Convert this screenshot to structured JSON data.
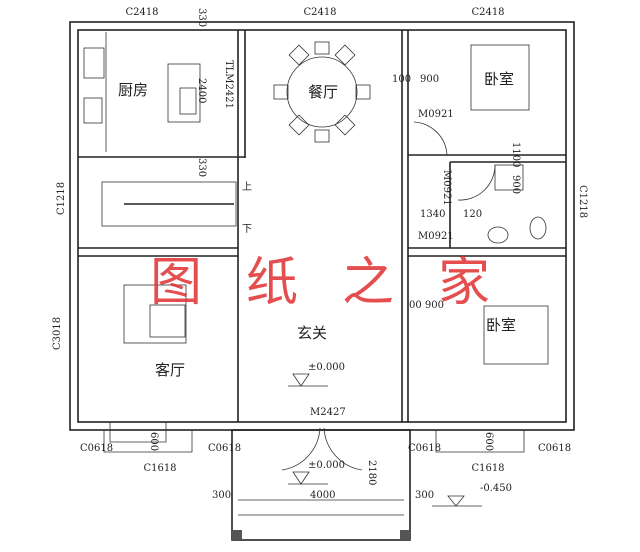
{
  "rooms": {
    "kitchen": "厨房",
    "dining": "餐厅",
    "bedroom1": "卧室",
    "living": "客厅",
    "foyer": "玄关",
    "bedroom2": "卧室",
    "stair_up": "上",
    "stair_down": "下"
  },
  "watermark": "图纸之家",
  "windows": {
    "top_left": "C2418",
    "top_mid": "C2418",
    "top_right": "C2418",
    "left_stair": "C1218",
    "right_bath": "C1218",
    "left_living": "C3018",
    "c0618_a": "C0618",
    "c0618_b": "C0618",
    "c0618_c": "C0618",
    "c0618_d": "C0618",
    "c1618_left": "C1618",
    "c1618_right": "C1618"
  },
  "doors": {
    "sliding": "TLM2421",
    "bed1": "M0921",
    "bath": "M0921",
    "hall": "M0921",
    "main": "M2427"
  },
  "dims": {
    "d330_top": "330",
    "d2400": "2400",
    "d330_stair": "330",
    "d100": "100",
    "d900": "900",
    "d1340": "1340",
    "d120": "120",
    "d1100": "1100",
    "d900_bath": "900",
    "d100_900": "00 900",
    "d600_left": "600",
    "d600_right": "600",
    "d300_left": "300",
    "d4000": "4000",
    "d300_right": "300",
    "d2180": "2180"
  },
  "levels": {
    "foyer": "±0.000",
    "porch": "±0.000",
    "outside": "-0.450"
  },
  "colors": {
    "wall": "#222222",
    "watermark": "#e03030"
  }
}
